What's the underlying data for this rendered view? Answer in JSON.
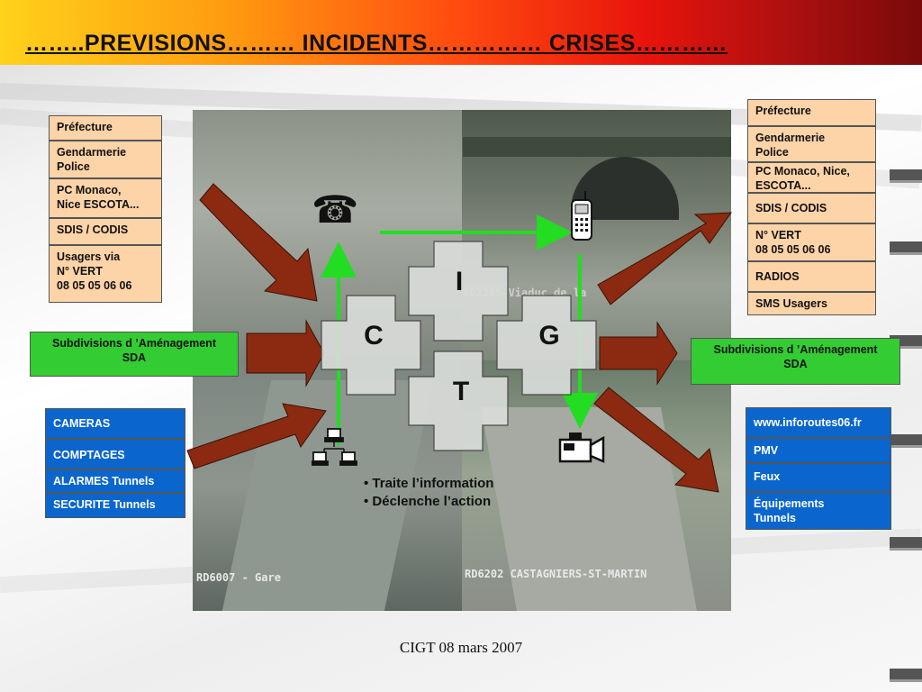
{
  "title": "……..PREVISIONS……… INCIDENTS…………… CRISES…………",
  "camera_captions": {
    "top_right": "RD2205-Viaduc de la",
    "bottom_left": "RD6007 - Gare",
    "bottom_right": "RD6202 CASTAGNIERS-ST-MARTIN"
  },
  "cigt_letters": {
    "top": "I",
    "left": "C",
    "right": "G",
    "bottom": "T"
  },
  "left_sources": [
    "Préfecture",
    "Gendarmerie\nPolice",
    "PC Monaco,\nNice ESCOTA...",
    "SDIS / CODIS",
    "Usagers via\nN° VERT\n08 05 05 06 06"
  ],
  "left_green": "Subdivisions d ’Aménagement\nSDA",
  "left_blue": [
    "CAMERAS",
    "COMPTAGES",
    "ALARMES Tunnels",
    "SECURITE Tunnels"
  ],
  "right_recipients": [
    "Préfecture",
    "Gendarmerie\nPolice",
    "PC Monaco, Nice,\nESCOTA...",
    "SDIS / CODIS",
    "N° VERT\n08 05 05 06 06",
    "RADIOS",
    "SMS Usagers"
  ],
  "right_green": "Subdivisions d ’Aménagement\nSDA",
  "right_blue": [
    "www.inforoutes06.fr",
    "PMV",
    "Feux",
    "Équipements\nTunnels"
  ],
  "bullets": [
    "• Traite l’information",
    "• Déclenche l’action"
  ],
  "icons": [
    "telephone-icon",
    "mobile-phone-icon",
    "video-camera-icon",
    "computer-network-icon"
  ],
  "footer": "CIGT 08 mars 2007",
  "colors": {
    "arrow": "#8b2a10",
    "green_arrow": "#22dd22",
    "peach": "#fdd3a8",
    "blue": "#0a66cc",
    "green_box": "#33cc33"
  }
}
